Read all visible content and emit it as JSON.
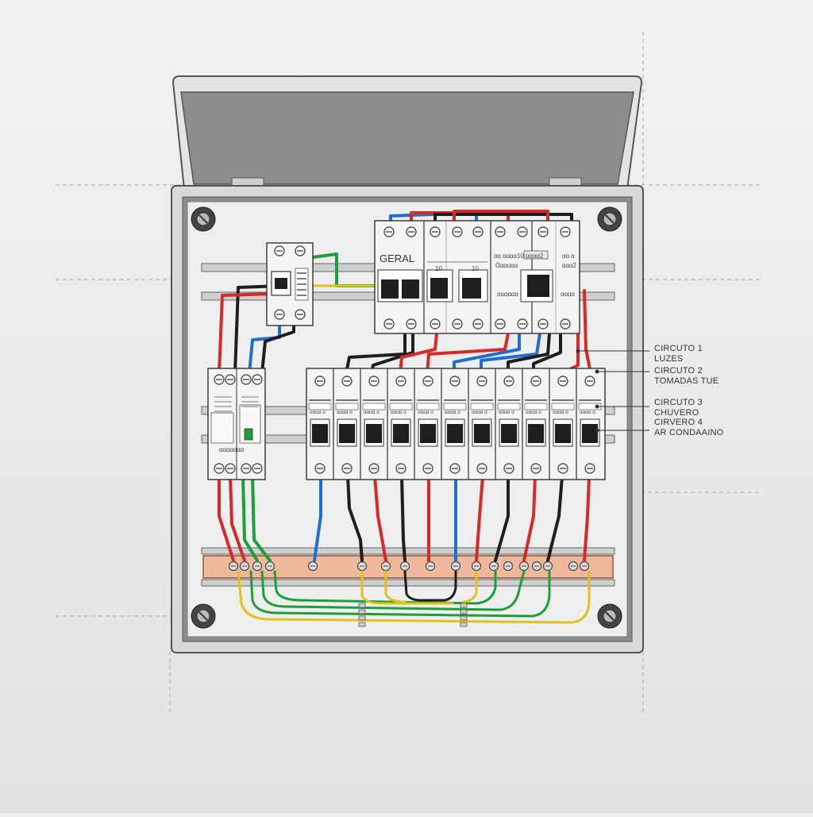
{
  "diagram": {
    "main_label": "GERAL",
    "main_breakers": [
      {
        "rating": "10"
      },
      {
        "rating": "10"
      }
    ],
    "dr_labels": [
      "ɑɑ ɑɑɑɑ10 ɑɑɑɑ2",
      "Ɑɑɑɑɑɑ",
      "ɑɑɑɑɑɑ"
    ],
    "dr_side_labels": [
      "ɑɑ ɑ",
      "ɑɑɑ2",
      "ɑɑɑɑ"
    ],
    "dps_label": "ɑɑɑɑɑɑɑ",
    "branch_breaker_label": "ɑɑɑɑ ɑ",
    "branch_breaker_count": 11,
    "colors": {
      "phase": "#d42a2a",
      "neutral": "#1f6fd0",
      "return": "#1e1e1e",
      "earth": "#1e9e3a",
      "earth_alt": "#e0c21b",
      "busbar": "#f0b89a",
      "enclosure": "#dcdcdc",
      "lid": "#8f8f8f"
    },
    "circuits": [
      {
        "line1": "CIRCUTO 1",
        "line2": "LUZES"
      },
      {
        "line1": "CIRCUTO 2",
        "line2": "TOMADAS TUE"
      },
      {
        "line1": "CIRCUTO 3",
        "line2": "CHUVERO"
      },
      {
        "line1": "CIRVERO 4",
        "line2": "AR CONDAAINO"
      }
    ]
  }
}
